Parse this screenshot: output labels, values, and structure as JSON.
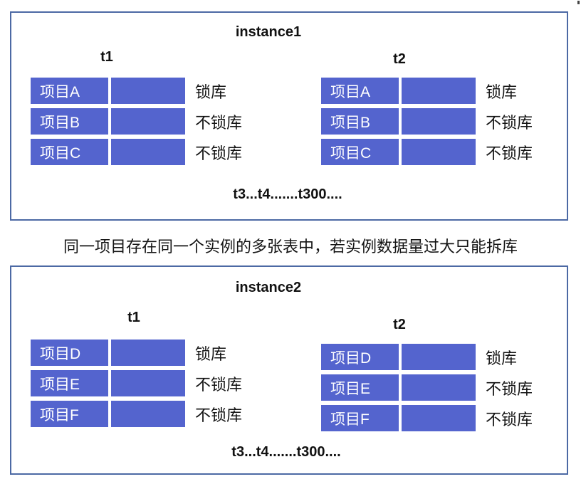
{
  "page": {
    "background": "#ffffff",
    "caption": "同一项目存在同一个实例的多张表中，若实例数据量过大只能拆库"
  },
  "colors": {
    "cell_fill": "#5464CE",
    "cell_text": "#FFFFFF",
    "panel_border": "#4C69A4",
    "text": "#141414"
  },
  "instances": [
    {
      "title": "instance1",
      "more_tables_label": "t3...t4.......t300....",
      "tables": [
        {
          "name": "t1",
          "rows": [
            {
              "item": "项目A",
              "status": "锁库"
            },
            {
              "item": "项目B",
              "status": "不锁库"
            },
            {
              "item": "项目C",
              "status": "不锁库"
            }
          ]
        },
        {
          "name": "t2",
          "rows": [
            {
              "item": "项目A",
              "status": "锁库"
            },
            {
              "item": "项目B",
              "status": "不锁库"
            },
            {
              "item": "项目C",
              "status": "不锁库"
            }
          ]
        }
      ]
    },
    {
      "title": "instance2",
      "more_tables_label": "t3...t4.......t300....",
      "tables": [
        {
          "name": "t1",
          "rows": [
            {
              "item": "项目D",
              "status": "锁库"
            },
            {
              "item": "项目E",
              "status": "不锁库"
            },
            {
              "item": "项目F",
              "status": "不锁库"
            }
          ]
        },
        {
          "name": "t2",
          "rows": [
            {
              "item": "项目D",
              "status": "锁库"
            },
            {
              "item": "项目E",
              "status": "不锁库"
            },
            {
              "item": "项目F",
              "status": "不锁库"
            }
          ]
        }
      ]
    }
  ]
}
